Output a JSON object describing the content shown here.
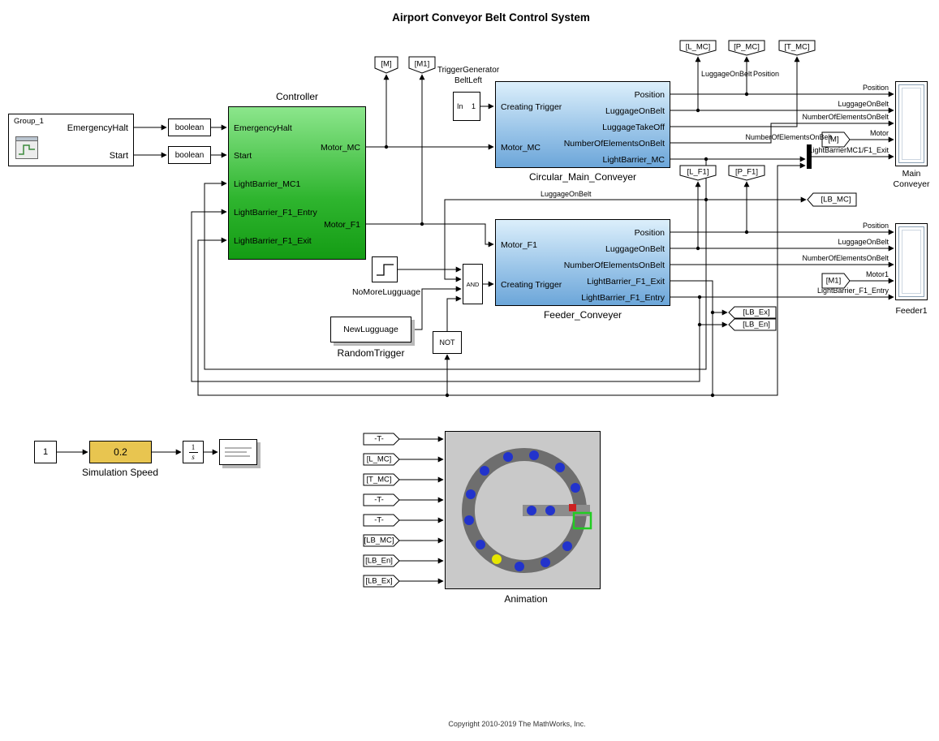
{
  "title": "Airport Conveyor Belt Control System",
  "copyright": "Copyright 2010-2019 The MathWorks, Inc.",
  "signal_builder": {
    "group": "Group_1",
    "signals": [
      "EmergencyHalt",
      "Start"
    ]
  },
  "converters": {
    "bool1": "boolean",
    "bool2": "boolean"
  },
  "controller": {
    "name": "Controller",
    "inputs": [
      "EmergencyHalt",
      "Start",
      "LightBarrier_MC1",
      "LightBarrier_F1_Entry",
      "LightBarrier_F1_Exit"
    ],
    "outputs": [
      "Motor_MC",
      "Motor_F1"
    ]
  },
  "trigger_generator": {
    "title": "TriggerGenerator",
    "subtitle": "BeltLeft",
    "port_in": "In",
    "port_num": "1"
  },
  "main_conveyer": {
    "name": "Circular_Main_Conveyer",
    "inputs": [
      "Creating Trigger",
      "Motor_MC"
    ],
    "outputs": [
      "Position",
      "LuggageOnBelt",
      "LuggageTakeOff",
      "NumberOfElementsOnBelt",
      "LightBarrier_MC"
    ]
  },
  "feeder_conveyer": {
    "name": "Feeder_Conveyer",
    "inputs": [
      "Motor_F1",
      "Creating Trigger"
    ],
    "outputs": [
      "Position",
      "LuggageOnBelt",
      "NumberOfElementsOnBelt",
      "LightBarrier_F1_Exit",
      "LightBarrier_F1_Entry"
    ]
  },
  "logic": {
    "and_label": "AND",
    "not_label": "NOT"
  },
  "sources": {
    "step_name": "NoMoreLugguage",
    "random_label": "NewLugguage",
    "random_name": "RandomTrigger"
  },
  "tags": {
    "m": "[M]",
    "m1": "[M1]",
    "l_mc": "[L_MC]",
    "p_mc": "[P_MC]",
    "t_mc": "[T_MC]",
    "l_f1": "[L_F1]",
    "p_f1": "[P_F1]",
    "from_m": "[M]",
    "from_m1": "[M1]",
    "lb_mc": "[LB_MC]",
    "lb_ex": "[LB_Ex]",
    "lb_en": "[LB_En]"
  },
  "scopes": {
    "main_line1": "Main",
    "main_line2": "Conveyer",
    "feeder": "Feeder1"
  },
  "signal_labels": {
    "top_luggage": "LuggageOnBelt",
    "top_position": "Position",
    "mid_luggage": "LuggageOnBelt",
    "main": {
      "position": "Position",
      "luggage": "LuggageOnBelt",
      "numelems": "NumberOfElementsOnBelt",
      "numelems_mid": "NumberOfElementsOnBelt",
      "motor": "Motor",
      "lightbarrier": "LightBarrierMC1/F1_Exit"
    },
    "feeder": {
      "position": "Position",
      "luggage": "LuggageOnBelt",
      "numelems": "NumberOfElementsOnBelt",
      "motor": "Motor1",
      "lightbarrier": "LightBarrier_F1_Entry"
    }
  },
  "simulation": {
    "constant": "1",
    "gain": "0.2",
    "integrator_num": "1",
    "integrator_den": "s",
    "label": "Simulation Speed"
  },
  "animation": {
    "name": "Animation",
    "input_tags": [
      "-T-",
      "[L_MC]",
      "[T_MC]",
      "-T-",
      "-T-",
      "[LB_MC]",
      "[LB_En]",
      "[LB_Ex]"
    ]
  }
}
